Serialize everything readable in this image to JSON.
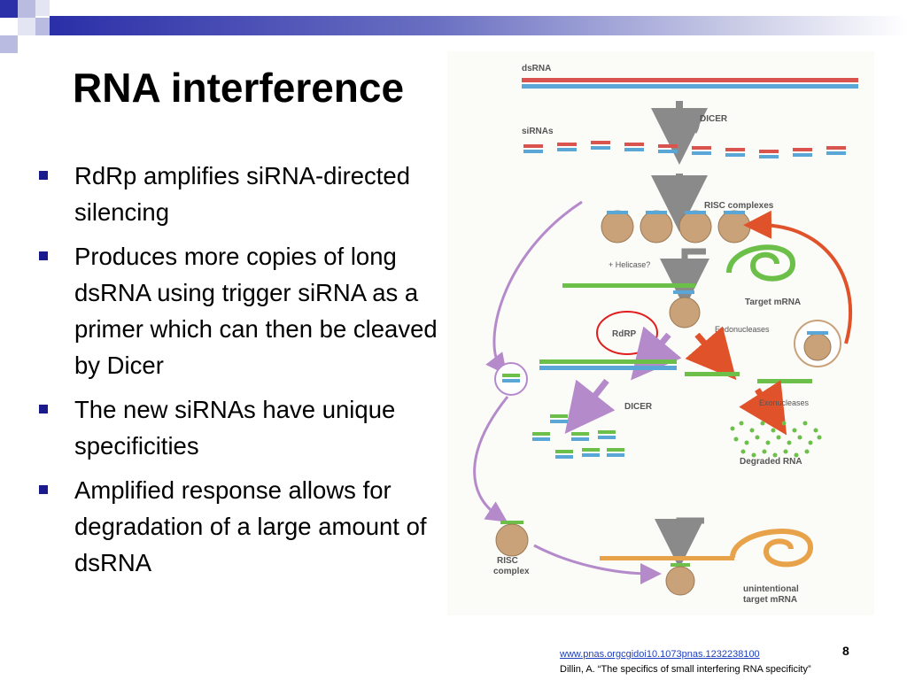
{
  "slide": {
    "title": "RNA interference",
    "bullets": [
      "RdRp amplifies siRNA-directed silencing",
      "Produces more copies of long dsRNA using trigger siRNA as a primer which can then be cleaved by Dicer",
      "The new siRNAs have unique specificities",
      "Amplified response allows for degradation of a large amount of dsRNA"
    ],
    "page_number": "8",
    "source_link": "www.pnas.orgcgidoi10.1073pnas.1232238100",
    "citation": "Dillin, A. “The specifics of small interfering RNA specificity”"
  },
  "diagram": {
    "labels": {
      "dsrna": "dsRNA",
      "dicer_top": "DICER",
      "sirnas": "siRNAs",
      "risc_complexes": "RISC complexes",
      "helicase": "+ Helicase?",
      "target_mrna": "Target mRNA",
      "rdrp": "RdRP",
      "endonucleases": "Endonucleases",
      "dicer_mid": "DICER",
      "exonucleases": "Exonucleases",
      "degraded_rna": "Degraded RNA",
      "risc_complex_1": "RISC",
      "risc_complex_2": "complex",
      "unintentional_1": "unintentional",
      "unintentional_2": "target mRNA"
    },
    "colors": {
      "dsrna_red": "#d9534f",
      "sirna_blue": "#5aa6d6",
      "mrna_green": "#6cc04a",
      "arrow_gray": "#8a8a8a",
      "arrow_purple": "#b58acb",
      "arrow_orange": "#e0522a",
      "risc_tan": "#c9a27a",
      "highlight_red": "#e01e1e",
      "unintentional_orange": "#e8a24a"
    }
  }
}
